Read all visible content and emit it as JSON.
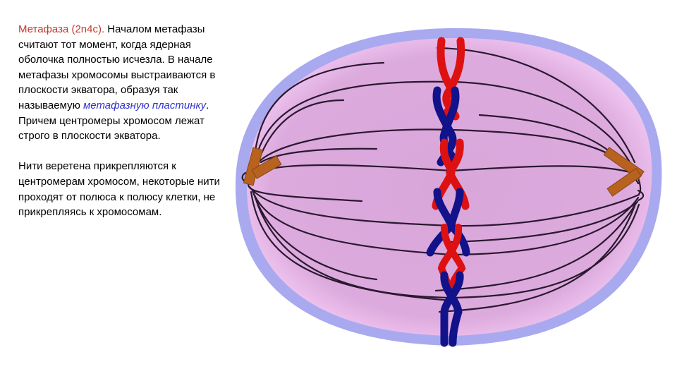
{
  "text": {
    "paragraph1": {
      "title": "Метафаза (2n4c).",
      "intro": " Началом метафазы считают тот момент, когда ядерная оболочка полностью исчезла. В начале метафазы хромосомы выстраиваются в плоскости экватора, образуя так называемую ",
      "term": "метафазную пластинку",
      "outro": ". Причем центромеры хромосом лежат строго в плоскости экватора."
    },
    "paragraph2": "Нити веретена прикрепляются к центромерам хромосом, некоторые нити проходят от полюса к полюсу клетки, не прикрепляясь к хромосомам."
  },
  "diagram": {
    "subject": "cell-in-metaphase",
    "colors": {
      "membrane": "#a9a9f0",
      "cytoplasm": "#dba8dc",
      "cytoplasm_edge": "#f2c8f2",
      "spindle": "#2a1830",
      "centriole": "#b8621f",
      "chromosome_red": "#dd1111",
      "chromosome_blue": "#12128a"
    },
    "labels": []
  }
}
